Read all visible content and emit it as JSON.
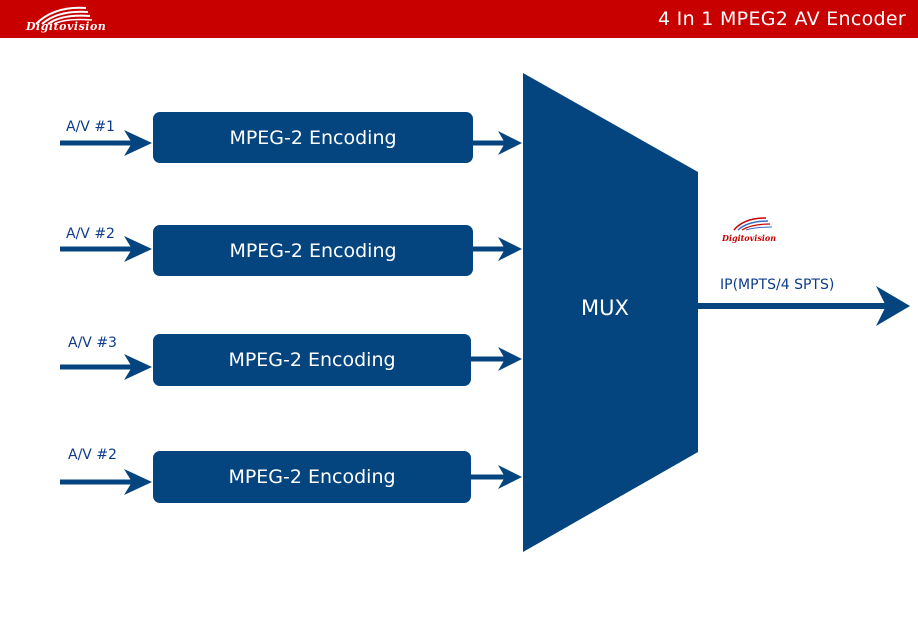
{
  "header": {
    "logo_text": "Digitovision",
    "title": "4 In 1 MPEG2 AV Encoder"
  },
  "inputs": [
    {
      "label": "A/V #1",
      "encoder": "MPEG-2 Encoding"
    },
    {
      "label": "A/V #2",
      "encoder": "MPEG-2 Encoding"
    },
    {
      "label": "A/V #3",
      "encoder": "MPEG-2 Encoding"
    },
    {
      "label": "A/V #2",
      "encoder": "MPEG-2 Encoding"
    }
  ],
  "mux": {
    "label": "MUX"
  },
  "output": {
    "label": "IP(MPTS/4 SPTS)"
  },
  "watermark": {
    "text": "Digitovision"
  },
  "colors": {
    "header_red": "#c80000",
    "diagram_blue": "#04447f",
    "label_blue": "#0d3b8c"
  }
}
